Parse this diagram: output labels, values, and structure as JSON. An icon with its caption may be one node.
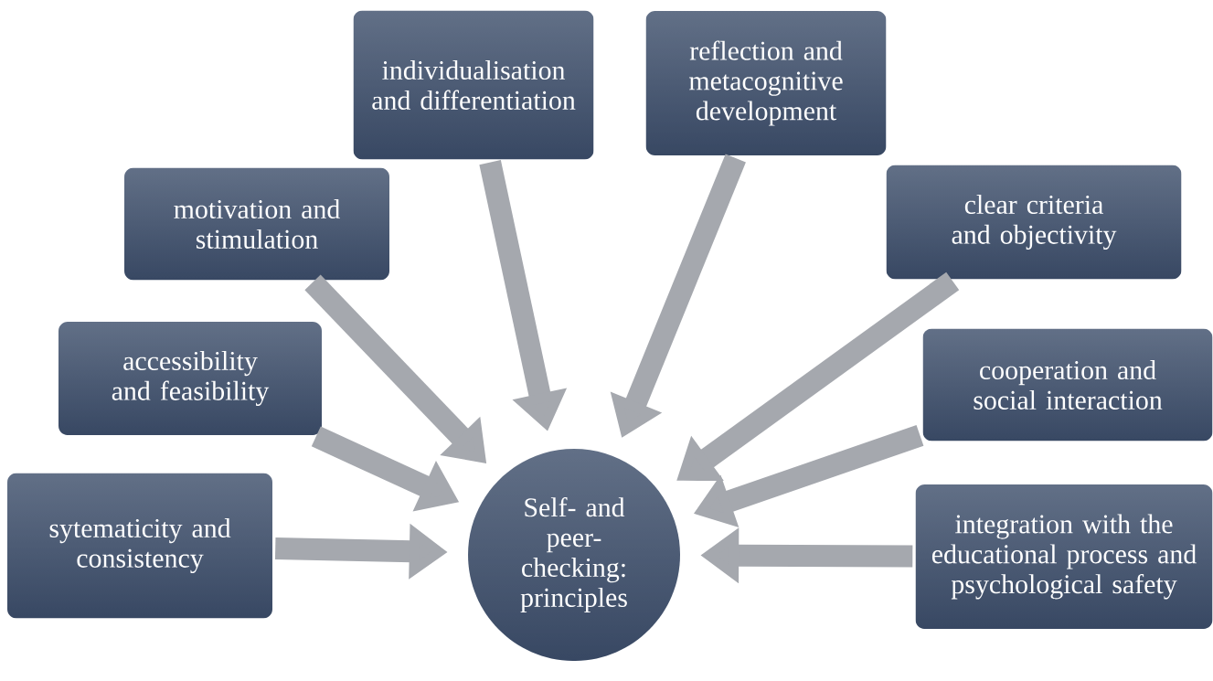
{
  "diagram": {
    "nodes": [
      {
        "text": [
          "individualisation and differentiation"
        ]
      },
      {
        "text": [
          "reflection and metacognitive development"
        ]
      },
      {
        "text": [
          "motivation and stimulation"
        ]
      },
      {
        "text": [
          "clear criteria and objectivity"
        ]
      },
      {
        "text": [
          "accessibility and feasibility"
        ]
      },
      {
        "text": [
          "cooperation and social interaction"
        ]
      },
      {
        "text": [
          "sytematicity and consistency"
        ]
      },
      {
        "text": [
          "integration with the educational process and psychological safety"
        ]
      },
      {
        "text": [
          "Self- and peer-checking: principles"
        ]
      }
    ],
    "edges": [
      {
        "from": 0,
        "to": 8,
        "arrow": "to"
      },
      {
        "from": 1,
        "to": 8,
        "arrow": "to"
      },
      {
        "from": 2,
        "to": 8,
        "arrow": "to"
      },
      {
        "from": 3,
        "to": 8,
        "arrow": "to"
      },
      {
        "from": 4,
        "to": 8,
        "arrow": "to"
      },
      {
        "from": 5,
        "to": 8,
        "arrow": "to"
      },
      {
        "from": 6,
        "to": 8,
        "arrow": "to"
      },
      {
        "from": 7,
        "to": 8,
        "arrow": "to"
      }
    ]
  }
}
